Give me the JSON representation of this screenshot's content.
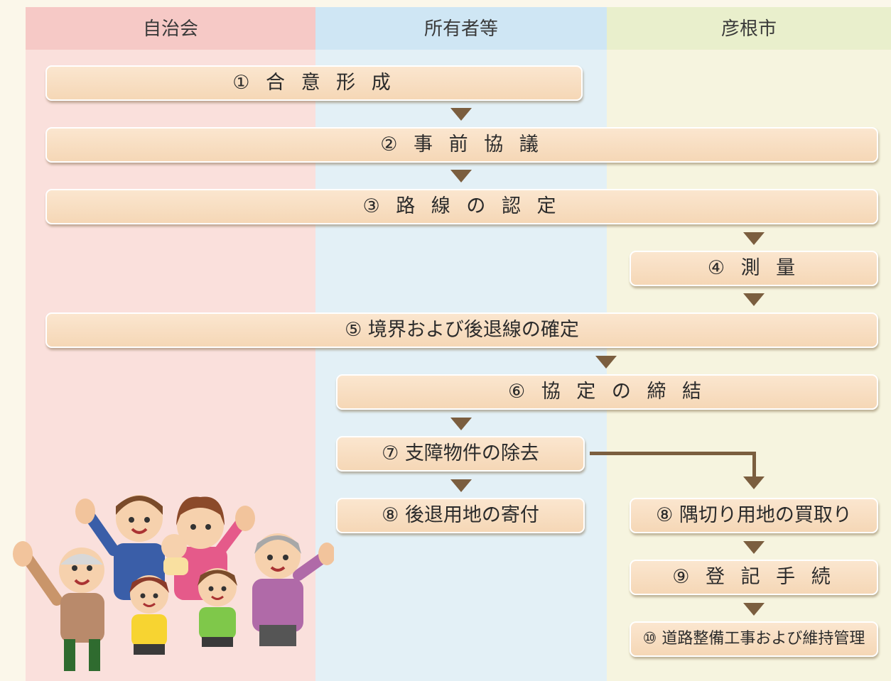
{
  "lanes": {
    "residents": "自治会",
    "owners": "所有者等",
    "city": "彦根市"
  },
  "steps": {
    "s1": "① 合 意 形 成",
    "s2": "② 事 前 協 議",
    "s3": "③ 路 線 の 認 定",
    "s4": "④ 測 量",
    "s5": "⑤ 境界および後退線の確定",
    "s6": "⑥ 協 定 の 締 結",
    "s7": "⑦ 支障物件の除去",
    "s8a": "⑧ 後退用地の寄付",
    "s8b": "⑧ 隅切り用地の買取り",
    "s9": "⑨ 登 記 手 続",
    "s10": "⑩ 道路整備工事および維持管理"
  },
  "colors": {
    "arrow": "#7b5e3f",
    "residents_lane": "#fae0dc",
    "owners_lane": "#e3f0f6",
    "city_lane": "#f6f4df",
    "step_box": "#f8dfc3"
  }
}
